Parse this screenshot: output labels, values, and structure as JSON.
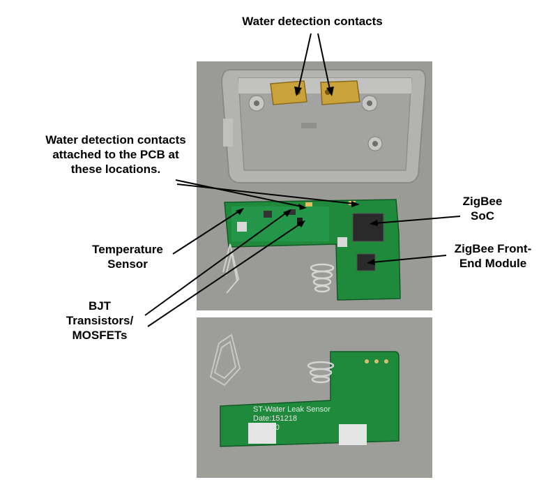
{
  "labels": {
    "water_contacts_top": "Water detection contacts",
    "water_contacts_pcb_1": "Water detection contacts",
    "water_contacts_pcb_2": "attached to the PCB at",
    "water_contacts_pcb_3": "these locations.",
    "zigbee_soc_1": "ZigBee",
    "zigbee_soc_2": "SoC",
    "zigbee_fem_1": "ZigBee Front-",
    "zigbee_fem_2": "End Module",
    "temp_sensor_1": "Temperature",
    "temp_sensor_2": "Sensor",
    "bjt_1": "BJT",
    "bjt_2": "Transistors/",
    "bjt_3": "MOSFETs"
  },
  "pcb_silkscreen": {
    "line1": "ST-Water Leak Sensor",
    "line2": "Date:151218",
    "line3": "Rev 2.0"
  },
  "colors": {
    "pcb_green": "#1f8a3c",
    "housing_gray": "#a9aaa8",
    "photo_bg": "#9b9c98",
    "brass": "#c9a23a"
  }
}
